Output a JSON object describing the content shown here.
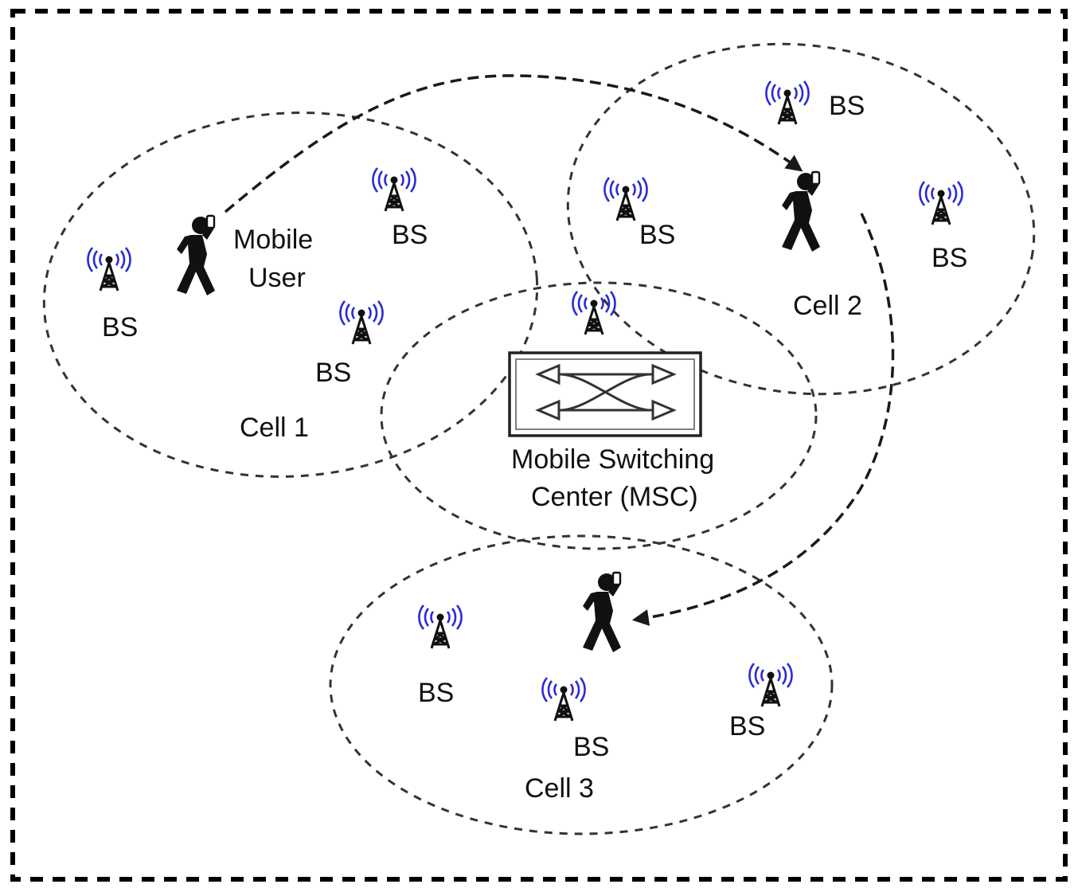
{
  "labels": {
    "mobile_user_line1": "Mobile",
    "mobile_user_line2": "User",
    "cell1": "Cell 1",
    "cell2": "Cell 2",
    "cell3": "Cell 3",
    "msc_line1": "Mobile Switching",
    "msc_line2": "Center (MSC)",
    "bs": "BS"
  },
  "colors": {
    "signal": "#2a2ad8",
    "ink": "#111111"
  },
  "icons": [
    "base-station-icon",
    "mobile-user-icon",
    "switch-icon"
  ]
}
